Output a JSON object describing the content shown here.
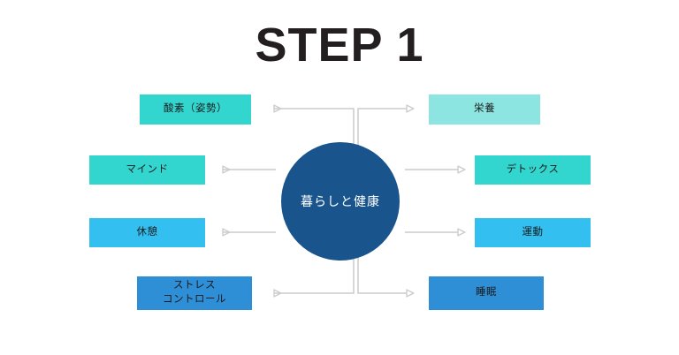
{
  "title": "STEP 1",
  "center": {
    "label": "暮らしと健康",
    "color": "#19558c",
    "text_color": "#ffffff"
  },
  "connector": {
    "line_color": "#cccccc",
    "arrow_style": "hollow-triangle"
  },
  "background": "#ffffff",
  "nodes": {
    "left": [
      {
        "label": "酸素（姿勢）",
        "color": "#33d6cf",
        "arrow": "elbow-up-left"
      },
      {
        "label": "マインド",
        "color": "#33d6cf",
        "arrow": "straight-left"
      },
      {
        "label": "休憩",
        "color": "#33c0f0",
        "arrow": "straight-left"
      },
      {
        "label_line1": "ストレス",
        "label_line2": "コントロール",
        "color": "#2e8ed6",
        "arrow": "elbow-down-left"
      }
    ],
    "right": [
      {
        "label": "栄養",
        "color": "#8ce5e0",
        "arrow": "elbow-up-right"
      },
      {
        "label": "デトックス",
        "color": "#33d6cf",
        "arrow": "straight-right"
      },
      {
        "label": "運動",
        "color": "#33c0f0",
        "arrow": "straight-right"
      },
      {
        "label": "睡眠",
        "color": "#2e8ed6",
        "arrow": "elbow-down-right"
      }
    ]
  }
}
